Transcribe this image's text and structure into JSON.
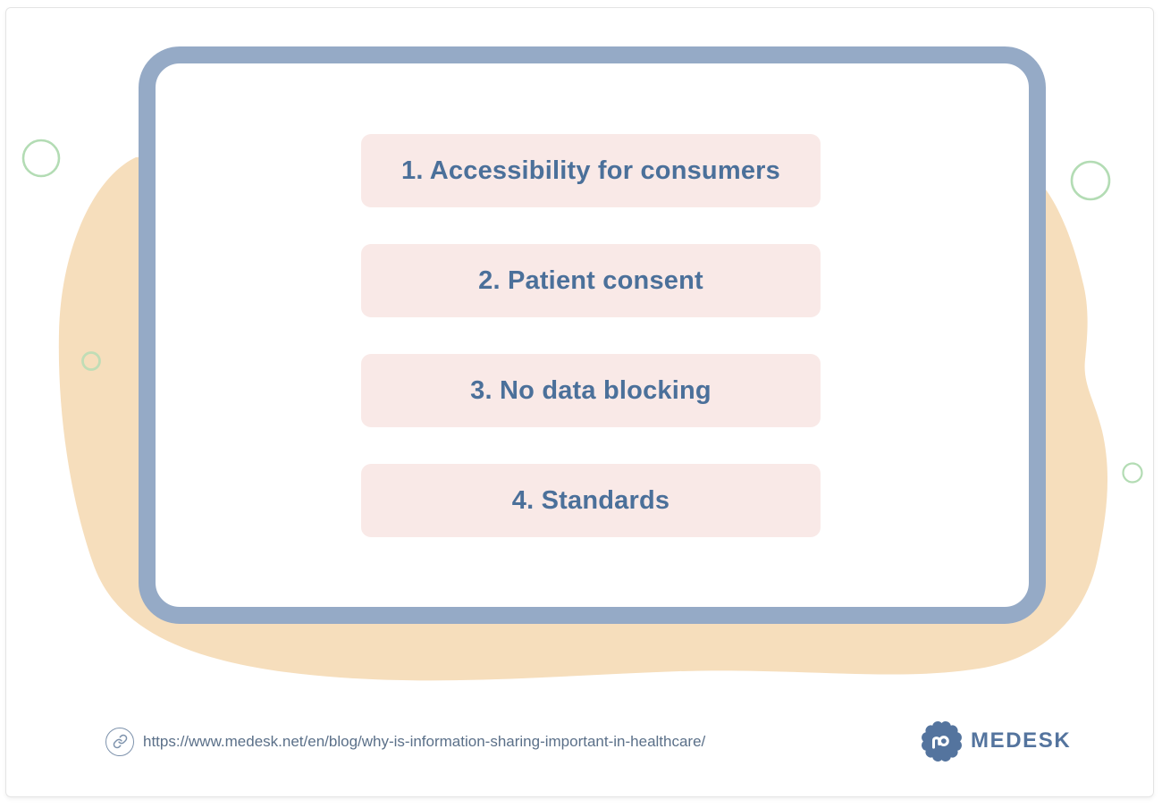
{
  "colors": {
    "frame": "#95aac6",
    "item_bg": "#f9e9e7",
    "item_text": "#4b709a",
    "blob": "#f6debc",
    "circle_green": "#b3dcb4",
    "url_text": "#5b7089",
    "logo_blue": "#54749e",
    "card_border": "#e4e4e4"
  },
  "list": {
    "items": [
      {
        "label": "1. Accessibility for consumers"
      },
      {
        "label": "2. Patient consent"
      },
      {
        "label": "3. No data blocking"
      },
      {
        "label": "4. Standards"
      }
    ]
  },
  "footer": {
    "url": "https://www.medesk.net/en/blog/why-is-information-sharing-important-in-healthcare/",
    "link_icon": "link-icon"
  },
  "logo": {
    "text": "MEDESK",
    "badge_icon": "medesk-badge-icon"
  }
}
